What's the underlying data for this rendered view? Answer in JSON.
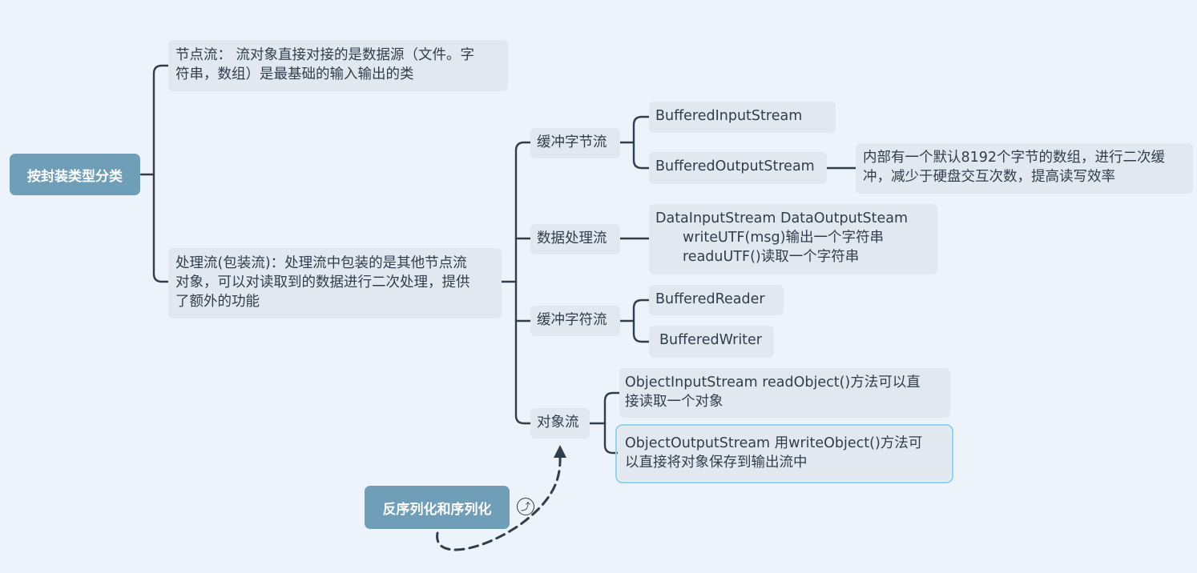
{
  "root": {
    "label": "按封装类型分类"
  },
  "branches": {
    "node_stream": "节点流： 流对象直接对接的是数据源（文件。字符串，数组）是最基础的输入输出的类",
    "node_stream_lines": [
      "节点流： 流对象直接对接的是数据源（文件。字",
      "符串，数组）是最基础的输入输出的类"
    ],
    "processing_stream_lines": [
      "处理流(包装流)：处理流中包装的是其他节点流",
      "对象，可以对读取到的数据进行二次处理，提供",
      "了额外的功能"
    ]
  },
  "categories": {
    "buffered_byte": "缓冲字节流",
    "data_processing": "数据处理流",
    "buffered_char": "缓冲字符流",
    "object_stream": "对象流"
  },
  "leaves": {
    "buffered_input": "BufferedInputStream",
    "buffered_output": "BufferedOutputStream",
    "buffered_output_note_lines": [
      "内部有一个默认8192个字节的数组，进行二次缓",
      "冲，减少于硬盘交互次数，提高读写效率"
    ],
    "data_lines": [
      "DataInputStream  DataOutputSteam",
      "writeUTF(msg)输出一个字符串",
      "readuUTF()读取一个字符串"
    ],
    "buffered_reader": "BufferedReader",
    "buffered_writer": "BufferedWriter",
    "object_input_lines": [
      "ObjectInputStream   readObject()方法可以直",
      "接读取一个对象"
    ],
    "object_output_lines": [
      "ObjectOutputStream  用writeObject()方法可",
      "以直接将对象保存到输出流中"
    ]
  },
  "floating": {
    "label": "反序列化和序列化"
  },
  "colors": {
    "background": "#edf3fa",
    "node_fill": "#e2e8ef",
    "root_fill": "#6f9fb8",
    "line": "#2f3d4d",
    "selection": "#8fd3f2"
  }
}
